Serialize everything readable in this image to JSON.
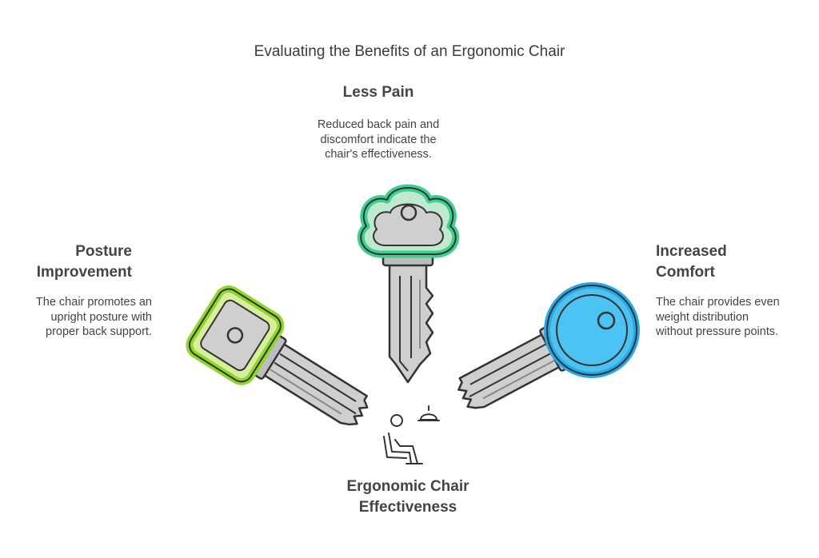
{
  "title": "Evaluating the Benefits of an Ergonomic Chair",
  "keys": {
    "top": {
      "heading": "Less Pain",
      "description_lines": [
        "Reduced back pain and",
        "discomfort indicate the",
        "chair's effectiveness."
      ],
      "color": "#3ccf8e",
      "fill": "#bfeacf"
    },
    "left": {
      "heading_lines": [
        "Posture",
        "Improvement"
      ],
      "description_lines": [
        "The chair promotes an",
        "upright posture with",
        "proper back support."
      ],
      "color": "#8fd62e",
      "fill": "#d7ef9a"
    },
    "right": {
      "heading_lines": [
        "Increased",
        "Comfort"
      ],
      "description_lines": [
        "The chair provides even",
        "weight distribution",
        "without pressure points."
      ],
      "color": "#29a8e8",
      "fill": "#4cc3f2"
    }
  },
  "center": {
    "heading_lines": [
      "Ergonomic Chair",
      "Effectiveness"
    ],
    "icons": [
      "person-seated-chair-icon",
      "service-bell-icon"
    ]
  }
}
